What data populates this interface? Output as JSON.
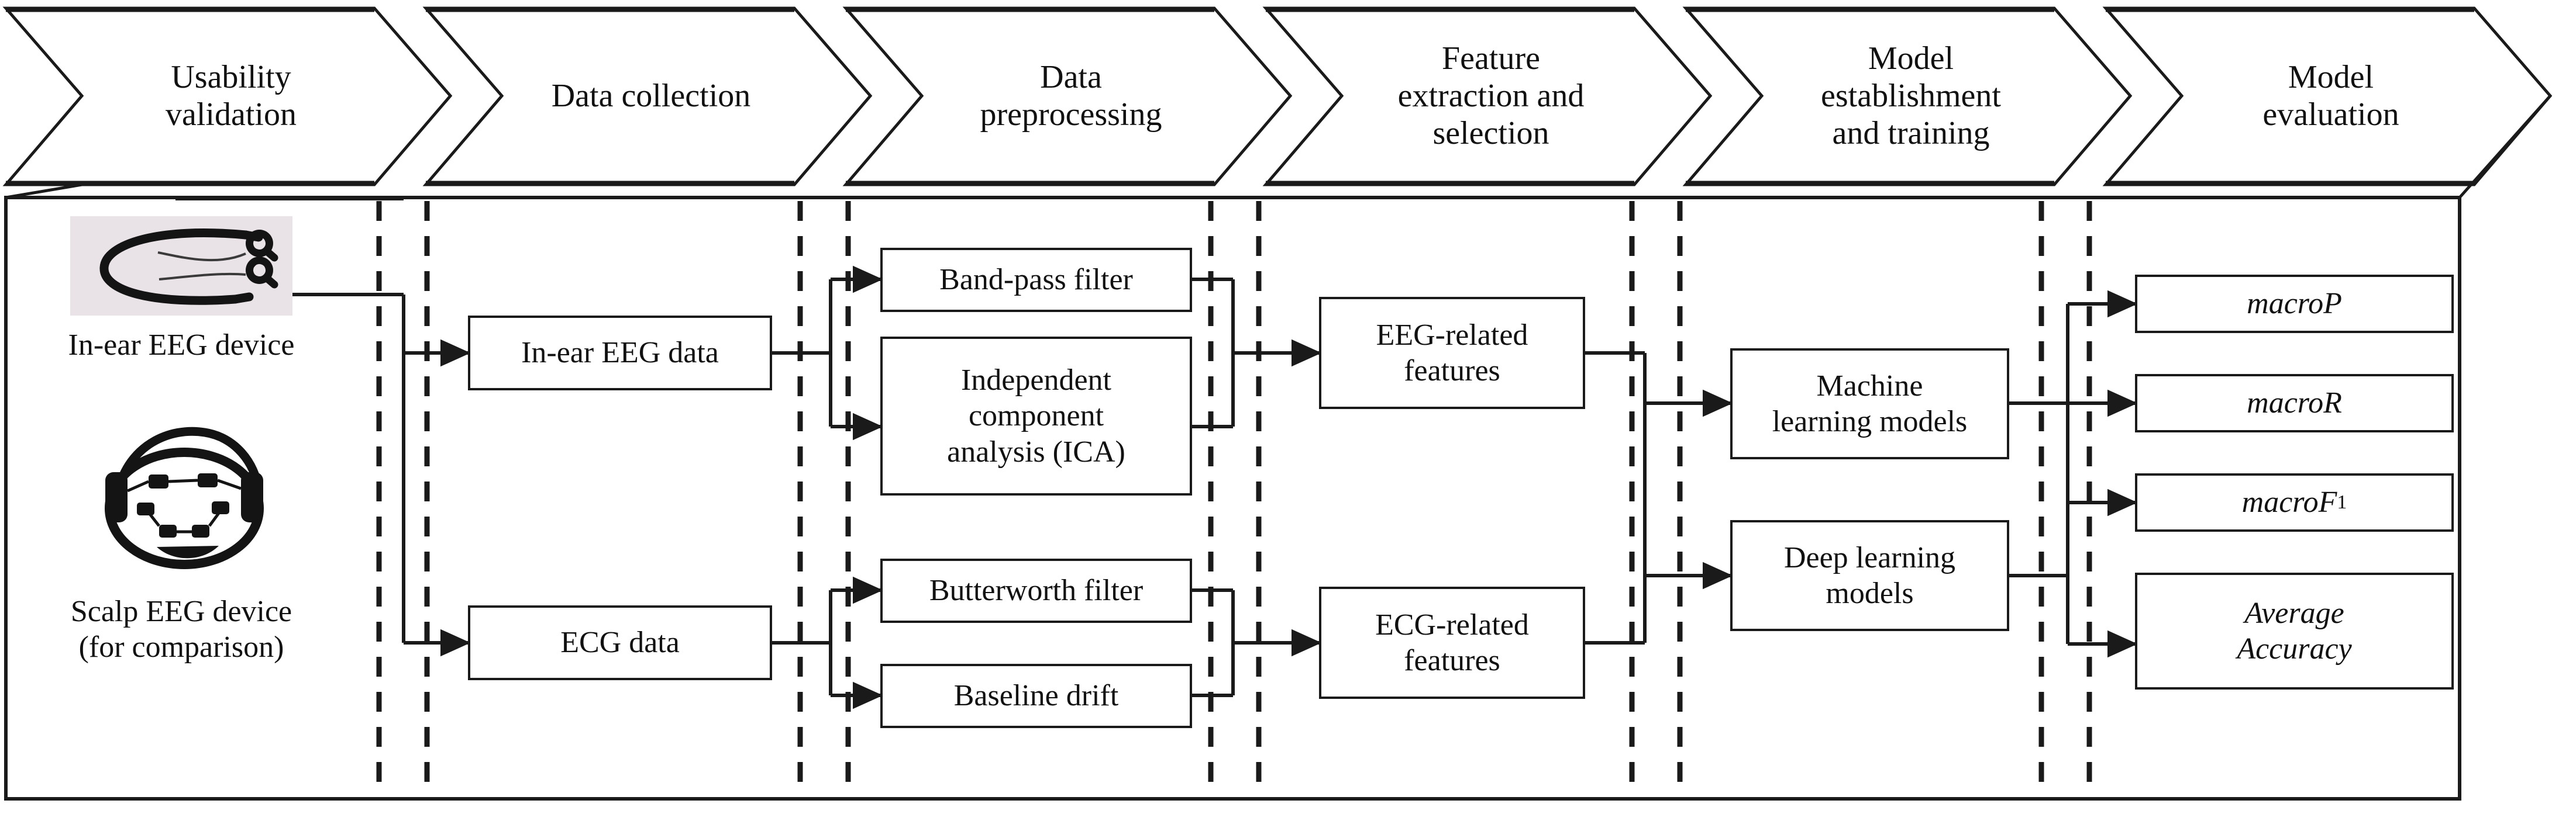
{
  "diagram": {
    "title": "Research workflow: in-ear EEG and ECG based model pipeline",
    "type": "flowchart-chevron-swimlane",
    "colors": {
      "line": "#1a1a1a",
      "box_border": "#1a1a1a",
      "box_fill": "#ffffff",
      "background": "#ffffff",
      "photo_backdrop": "#e9e2e7"
    }
  },
  "stages": [
    {
      "id": "usability",
      "label": "Usability\nvalidation"
    },
    {
      "id": "collection",
      "label": "Data collection"
    },
    {
      "id": "preprocessing",
      "label": "Data\npreprocessing"
    },
    {
      "id": "features",
      "label": "Feature\nextraction and\nselection"
    },
    {
      "id": "modeling",
      "label": "Model\nestablishment\nand training"
    },
    {
      "id": "evaluation",
      "label": "Model\nevaluation"
    }
  ],
  "usability": {
    "devices": [
      {
        "id": "inear",
        "caption": "In-ear EEG device",
        "photo_alt": "in-ear-eeg-device-photo"
      },
      {
        "id": "scalp",
        "caption": "Scalp EEG device\n(for comparison)",
        "photo_alt": "scalp-eeg-device-photo"
      }
    ]
  },
  "collection": {
    "boxes": [
      {
        "id": "inear-eeg-data",
        "label": "In-ear EEG data"
      },
      {
        "id": "ecg-data",
        "label": "ECG data"
      }
    ]
  },
  "preprocessing": {
    "boxes": [
      {
        "id": "bandpass",
        "label": "Band-pass filter"
      },
      {
        "id": "ica",
        "label": "Independent\ncomponent\nanalysis (ICA)"
      },
      {
        "id": "butterworth",
        "label": "Butterworth filter"
      },
      {
        "id": "baseline",
        "label": "Baseline drift"
      }
    ]
  },
  "features": {
    "boxes": [
      {
        "id": "eeg-features",
        "label": "EEG-related\nfeatures"
      },
      {
        "id": "ecg-features",
        "label": "ECG-related\nfeatures"
      }
    ]
  },
  "modeling": {
    "boxes": [
      {
        "id": "ml-models",
        "label": "Machine\nlearning models"
      },
      {
        "id": "dl-models",
        "label": "Deep learning\nmodels"
      }
    ]
  },
  "evaluation": {
    "metrics": [
      {
        "id": "macroP",
        "label": "macroP",
        "sub": ""
      },
      {
        "id": "macroR",
        "label": "macroR",
        "sub": ""
      },
      {
        "id": "macroF1",
        "label": "macroF",
        "sub": "1"
      },
      {
        "id": "avgAcc",
        "label": "Average\nAccuracy",
        "sub": ""
      }
    ]
  }
}
